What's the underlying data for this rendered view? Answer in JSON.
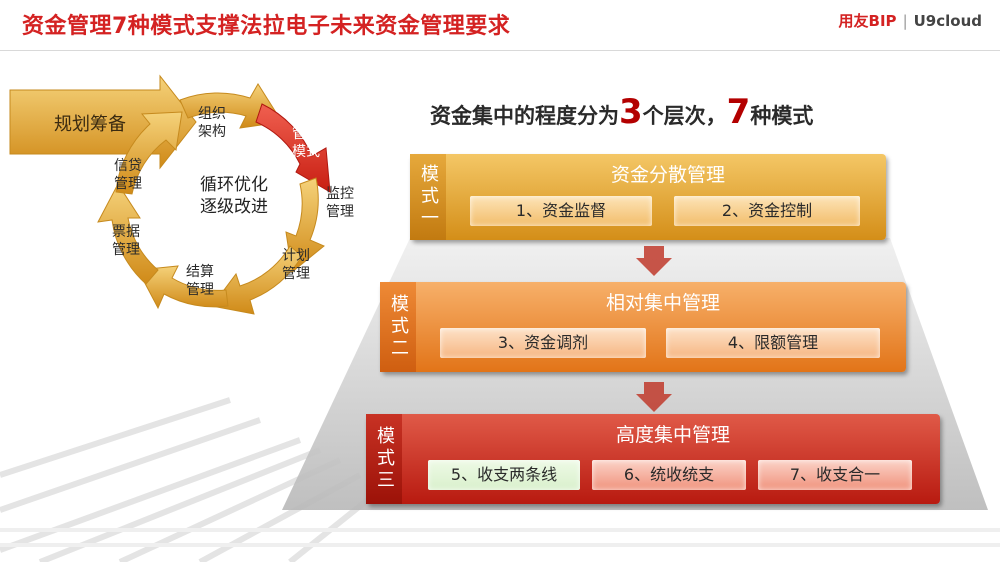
{
  "header": {
    "title": "资金管理7种模式支撑法拉电子未来资金管理要求",
    "logo_brand": "用友BIP",
    "logo_separator": "|",
    "logo_product": "U9cloud"
  },
  "cycle": {
    "start_label": "规划筹备",
    "center_line1": "循环优化",
    "center_line2": "逐级改进",
    "steps": [
      {
        "line1": "组织",
        "line2": "架构",
        "color": "#e0a020"
      },
      {
        "line1": "管理",
        "line2": "模式",
        "color": "#d42a1e"
      },
      {
        "line1": "监控",
        "line2": "管理",
        "color": "#e0a020"
      },
      {
        "line1": "计划",
        "line2": "管理",
        "color": "#e0a020"
      },
      {
        "line1": "结算",
        "line2": "管理",
        "color": "#e0a020"
      },
      {
        "line1": "票据",
        "line2": "管理",
        "color": "#e0a020"
      },
      {
        "line1": "信贷",
        "line2": "管理",
        "color": "#e0a020"
      }
    ]
  },
  "subtitle": {
    "prefix": "资金集中的程度分为",
    "num1": "3",
    "middle": "个层次，",
    "num2": "7",
    "suffix": "种模式"
  },
  "tiers": [
    {
      "label": "模式一",
      "heading": "资金分散管理",
      "color": "#e0a030",
      "items": [
        "1、资金监督",
        "2、资金控制"
      ]
    },
    {
      "label": "模式二",
      "heading": "相对集中管理",
      "color": "#ec8a2a",
      "items": [
        "3、资金调剂",
        "4、限额管理"
      ]
    },
    {
      "label": "模式三",
      "heading": "高度集中管理",
      "color": "#c8281c",
      "items": [
        "5、收支两条线",
        "6、统收统支",
        "7、收支合一"
      ]
    }
  ]
}
